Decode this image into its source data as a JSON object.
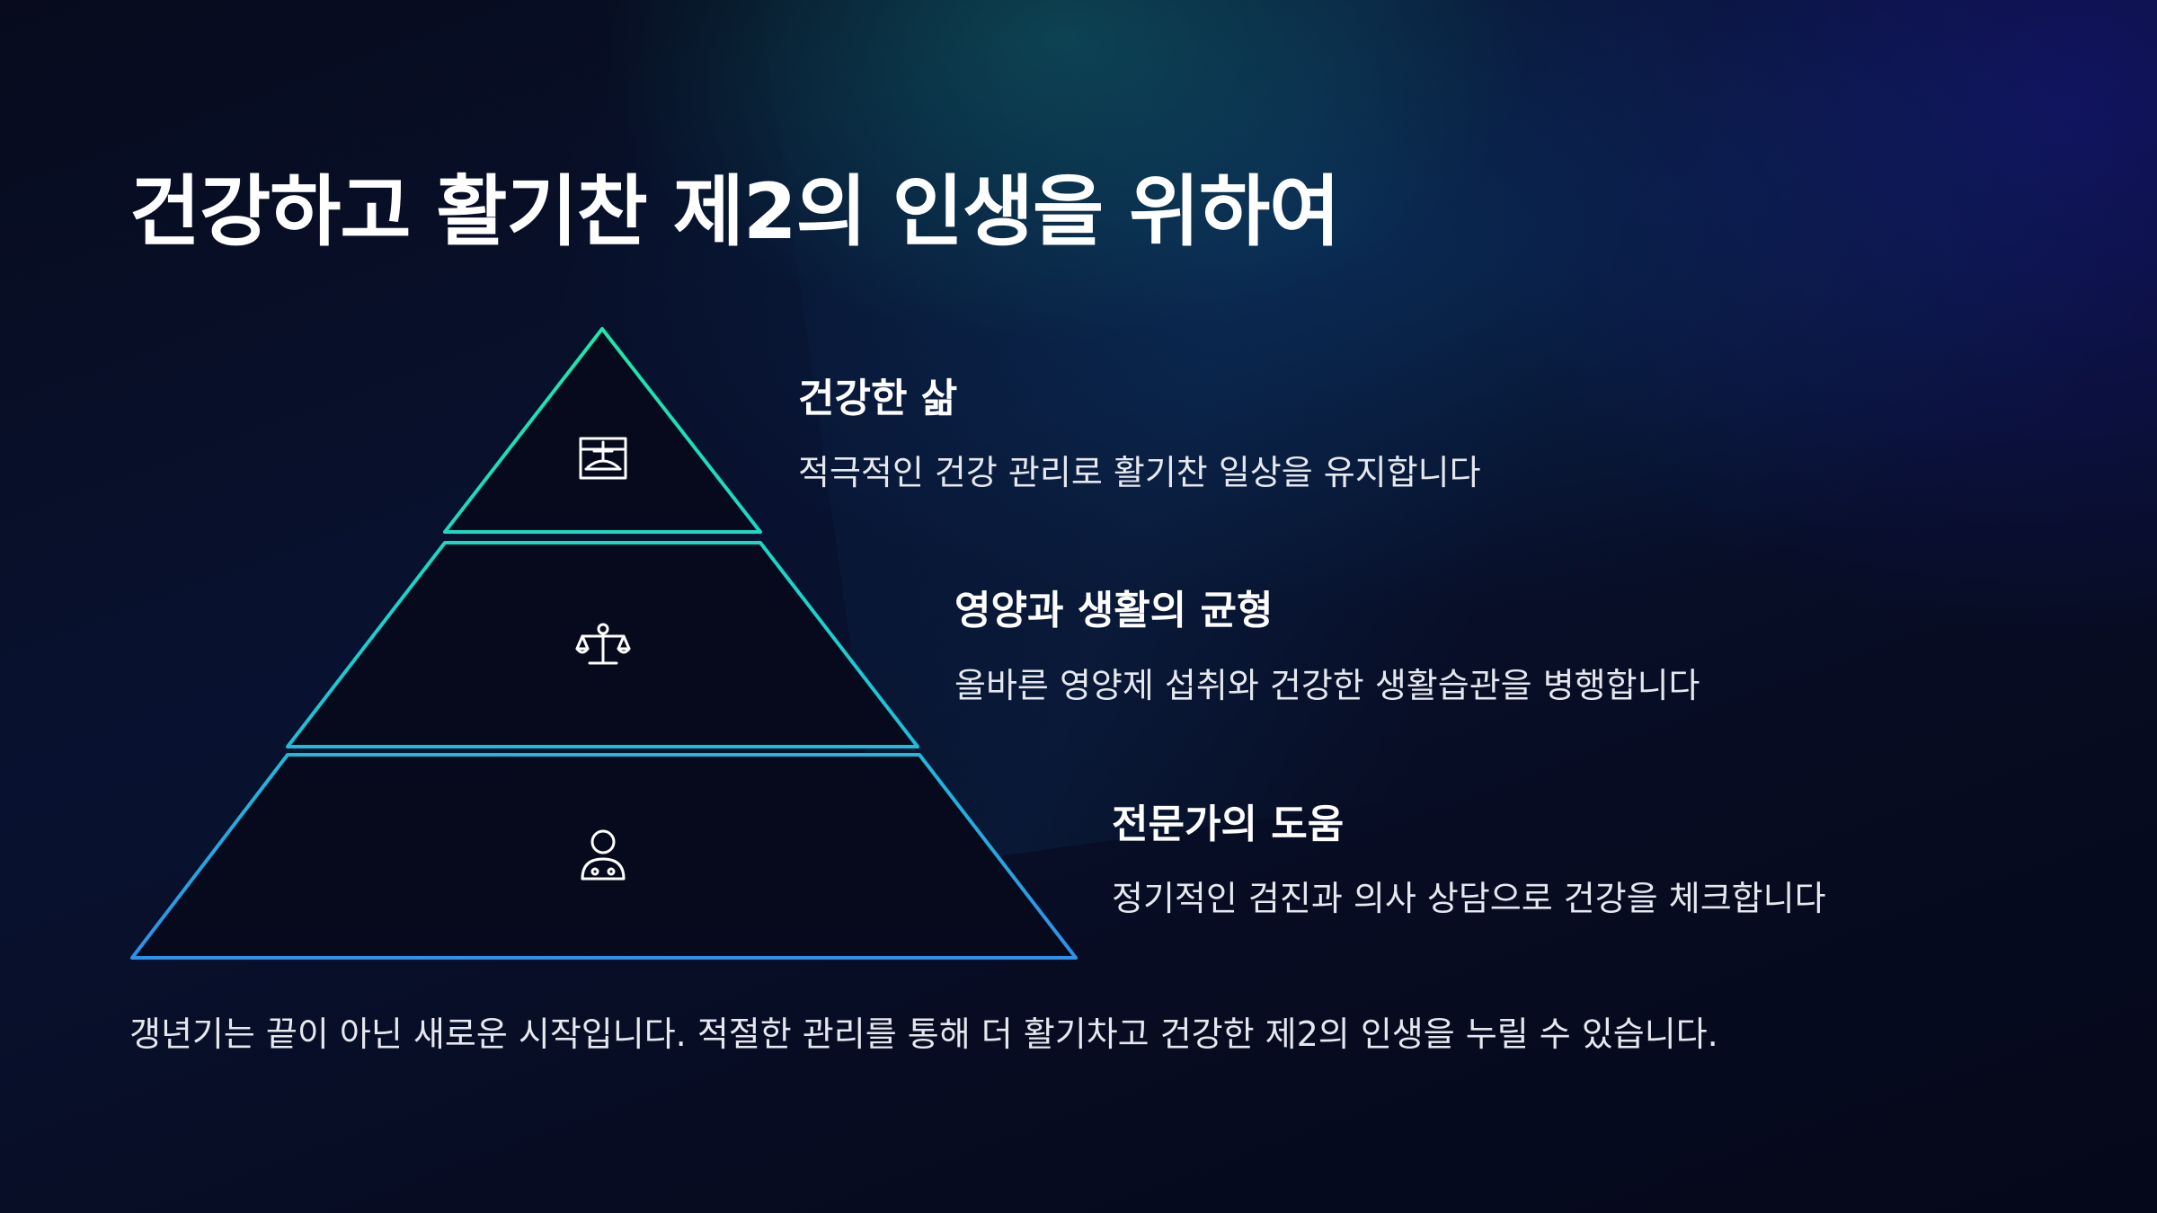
{
  "title": "건강하고 활기찬 제2의 인생을 위하여",
  "levels": [
    {
      "title": "건강한 삶",
      "description": "적극적인 건강 관리로 활기찬 일상을 유지합니다",
      "icon": "hospital-icon",
      "color": "#1fe0b0"
    },
    {
      "title": "영양과 생활의 균형",
      "description": "올바른 영양제 섭취와 건강한 생활습관을 병행합니다",
      "icon": "balance-scale-icon",
      "color": "#1ccfcf"
    },
    {
      "title": "전문가의 도움",
      "description": "정기적인 검진과 의사 상담으로 건강을 체크합니다",
      "icon": "doctor-icon",
      "color": "#2f9ae6"
    }
  ],
  "footer": "갱년기는 끝이 아닌 새로운 시작입니다. 적절한 관리를 통해 더 활기차고 건강한 제2의 인생을 누릴 수 있습니다."
}
